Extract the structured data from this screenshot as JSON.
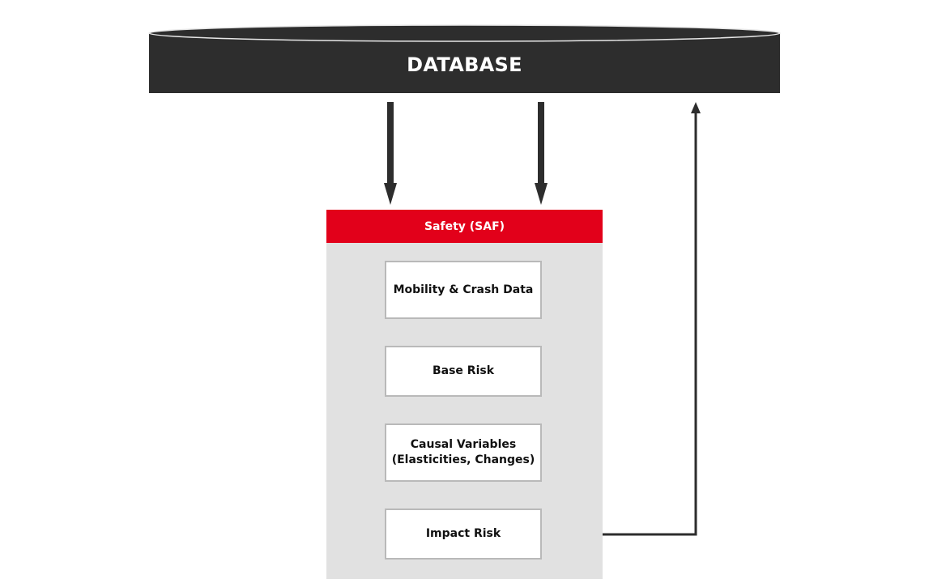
{
  "database": {
    "title": "DATABASE",
    "color": "#2d2d2d"
  },
  "module": {
    "title": "Safety (SAF)",
    "header_color": "#e2001a",
    "panel_color": "#e1e1e1",
    "steps": [
      {
        "label": "Mobility & Crash Data"
      },
      {
        "label": "Base Risk"
      },
      {
        "label": "Causal Variables\n(Elasticities, Changes)"
      },
      {
        "label": "Impact Risk"
      }
    ]
  },
  "arrow_color": "#2d2d2d"
}
